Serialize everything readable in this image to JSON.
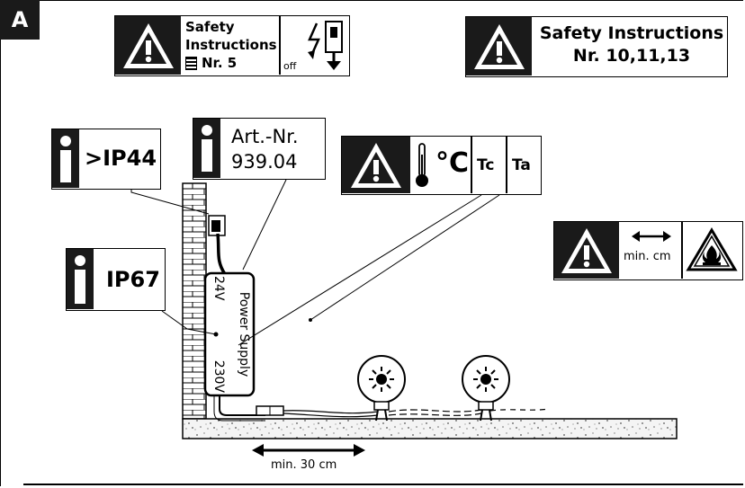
{
  "section": {
    "label": "A"
  },
  "safety_box_1": {
    "line1": "Safety",
    "line2": "Instructions",
    "line3": "Nr. 5",
    "off_label": "off"
  },
  "safety_box_2": {
    "line1": "Safety Instructions",
    "line2": "Nr. 10,11,13"
  },
  "ip44": {
    "label": ">IP44"
  },
  "article": {
    "label": "Art.-Nr.",
    "number": "939.04"
  },
  "temperature": {
    "celsius": "°C",
    "tc": "Tc",
    "ta": "Ta"
  },
  "ip67": {
    "label": "IP67"
  },
  "distance_box": {
    "label": "min. cm"
  },
  "power_supply": {
    "title": "Power Supply",
    "input": "230V",
    "output": "24V"
  },
  "ground_distance": {
    "label": "min. 30 cm"
  }
}
